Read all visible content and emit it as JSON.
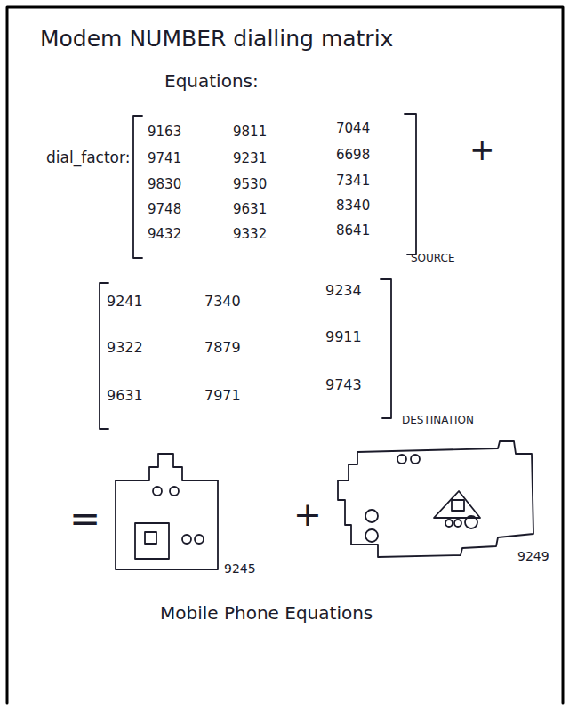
{
  "diagram": {
    "title": "Modem NUMBER dialling matrix",
    "caption": "Mobile Phone Equations",
    "labels": [
      "Equations:",
      "dial_factor:",
      "9163",
      "9811",
      "7044",
      "9741",
      "9231",
      "6698",
      "9830",
      "9530",
      "7341",
      "9748",
      "9631",
      "8340",
      "9432",
      "9332",
      "8641",
      "+",
      "SOURCE",
      "9241",
      "7340",
      "9234",
      "9322",
      "7879",
      "9911",
      "9631",
      "7971",
      "9743",
      "DESTINATION",
      "=",
      "+",
      "9245",
      "9249"
    ]
  }
}
